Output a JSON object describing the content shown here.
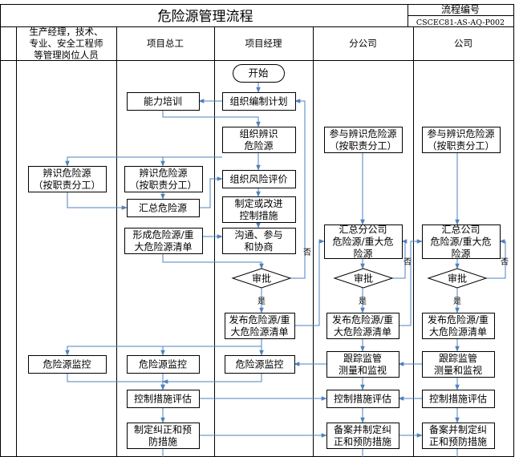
{
  "header": {
    "title": "危险源管理流程",
    "code_label": "流程编号",
    "code_value": "CSCEC81-AS-AQ-P002"
  },
  "lanes": [
    [
      "生产经理，技术、",
      "专业、安全工程师",
      "等管理岗位人员"
    ],
    [
      "项目总工"
    ],
    [
      "项目经理"
    ],
    [
      "分公司"
    ],
    [
      "公司"
    ]
  ],
  "nodes": {
    "start": [
      "开始"
    ],
    "plan": [
      "组织编制计划"
    ],
    "training": [
      "能力培训"
    ],
    "pm_identify": [
      "组织辨识",
      "危险源"
    ],
    "lane1_identify": [
      "辨识危险源",
      "（按职责分工）"
    ],
    "cte_identify": [
      "辨识危险源",
      "（按职责分工）"
    ],
    "risk_eval": [
      "组织风险评价"
    ],
    "summary_cte": [
      "汇总危险源"
    ],
    "measures": [
      "制定或改进",
      "控制措施"
    ],
    "form_list": [
      "形成危险源/重",
      "大危险源清单"
    ],
    "communicate": [
      "沟通、参与",
      "和协商"
    ],
    "approve_pm": [
      "审批"
    ],
    "publish_pm": [
      "发布危险源/重",
      "大危险源清单"
    ],
    "b_identify": [
      "参与辨识危险源",
      "（按职责分工）"
    ],
    "b_summary": [
      "汇总分公司",
      "危险源/重大危",
      "险源"
    ],
    "b_approve": [
      "审批"
    ],
    "b_publish": [
      "发布危险源/重",
      "大危险源清单"
    ],
    "b_track": [
      "跟踪监管",
      "测量和监视"
    ],
    "b_eval": [
      "控制措施评估"
    ],
    "b_record": [
      "备案并制定纠",
      "正和预防措施"
    ],
    "c_identify": [
      "参与辨识危险源",
      "（按职责分工）"
    ],
    "c_summary": [
      "汇总公司",
      "危险源/重大危",
      "险源"
    ],
    "c_approve": [
      "审批"
    ],
    "c_publish": [
      "发布危险源/重",
      "大危险源清单"
    ],
    "c_track": [
      "跟踪监管",
      "测量和监视"
    ],
    "c_eval": [
      "控制措施评估"
    ],
    "c_record": [
      "备案并制定纠",
      "正和预防措施"
    ],
    "monitor_1": [
      "危险源监控"
    ],
    "monitor_cte": [
      "危险源监控"
    ],
    "monitor_pm": [
      "危险源监控"
    ],
    "eval_cte": [
      "控制措施评估"
    ],
    "corrective_cte": [
      "制定纠正和预",
      "防措施"
    ]
  },
  "edge_labels": {
    "yes": "是",
    "no": "否"
  },
  "colors": {
    "line": "#4f81bd",
    "border": "#000000",
    "box": "#000000"
  }
}
